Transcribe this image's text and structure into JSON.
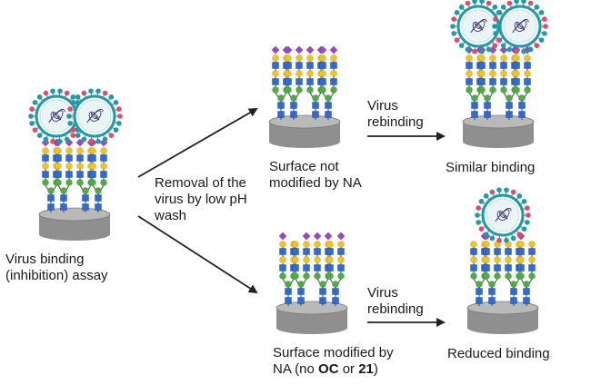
{
  "labels": {
    "assay": [
      "Virus binding",
      "(inhibition) assay"
    ],
    "removal": [
      "Removal of the",
      "virus by low pH",
      "wash"
    ],
    "surface_not_modified": [
      "Surface not",
      "modified by NA"
    ],
    "surface_modified_line1": "Surface modified by",
    "surface_modified_line2_prefix": "NA (no ",
    "compound_a": "OC",
    "or_word": " or ",
    "compound_b": "21",
    "surface_modified_line2_suffix": ")",
    "virus_rebinding_top": [
      "Virus",
      "rebinding"
    ],
    "virus_rebinding_bottom": [
      "Virus",
      "rebinding"
    ],
    "similar_binding": "Similar binding",
    "reduced_binding": "Reduced binding"
  },
  "colors": {
    "pedestal": "#8f8f8f",
    "pedestal_top": "#b9b9b9",
    "sugar_blue": "#2f6bd6",
    "sugar_yellow": "#f2c31c",
    "sugar_green": "#4cae3f",
    "sialic_purple": "#9b47c8",
    "virus_teal": "#1f9aa6",
    "arrow": "#222222"
  }
}
